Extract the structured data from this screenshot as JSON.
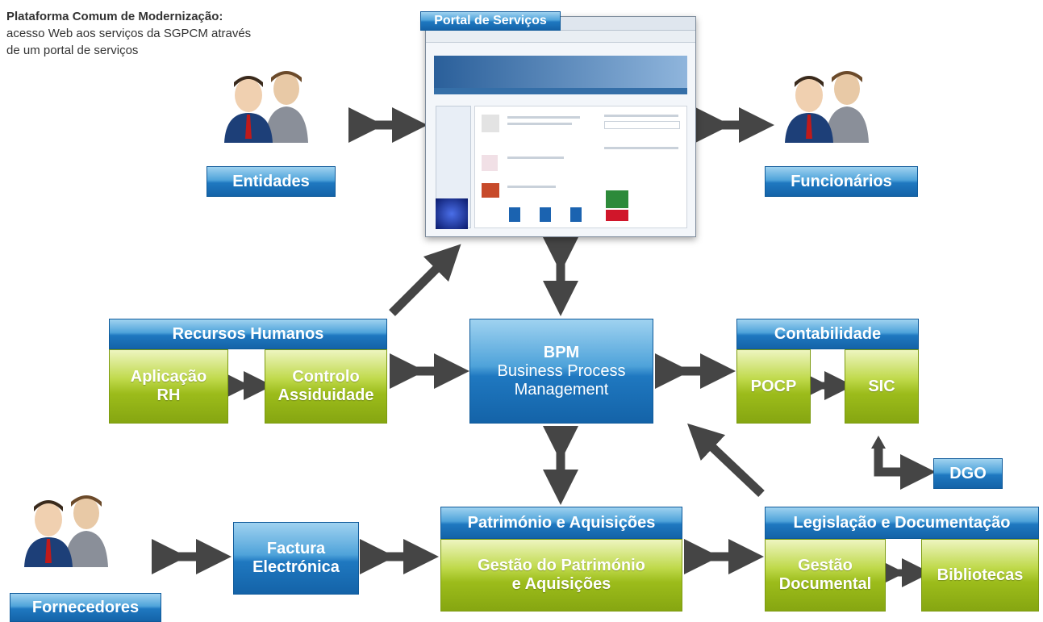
{
  "intro": {
    "title": "Plataforma Comum de Modernização:",
    "description": "acesso Web aos serviços da SGPCM através de um portal de serviços"
  },
  "portal": {
    "title": "Portal de Serviços"
  },
  "entidades": {
    "label": "Entidades"
  },
  "funcionarios": {
    "label": "Funcionários"
  },
  "fornecedores": {
    "label": "Fornecedores"
  },
  "rh": {
    "title": "Recursos Humanos",
    "app_line1": "Aplicação",
    "app_line2": "RH",
    "controlo_line1": "Controlo",
    "controlo_line2": "Assiduidade"
  },
  "bpm": {
    "line1": "BPM",
    "line2": "Business Process",
    "line3": "Management"
  },
  "contabilidade": {
    "title": "Contabilidade",
    "pocp": "POCP",
    "sic": "SIC"
  },
  "dgo": {
    "label": "DGO"
  },
  "factura": {
    "line1": "Factura",
    "line2": "Electrónica"
  },
  "patrimonio": {
    "title": "Património e Aquisições",
    "line1": "Gestão do Património",
    "line2": "e Aquisições"
  },
  "legislacao": {
    "title": "Legislação e Documentação",
    "gestao_line1": "Gestão",
    "gestao_line2": "Documental",
    "bibliotecas": "Bibliotecas"
  },
  "colors": {
    "blue": "#1f78c0",
    "green": "#9cbc1b",
    "arrow": "#454545"
  }
}
